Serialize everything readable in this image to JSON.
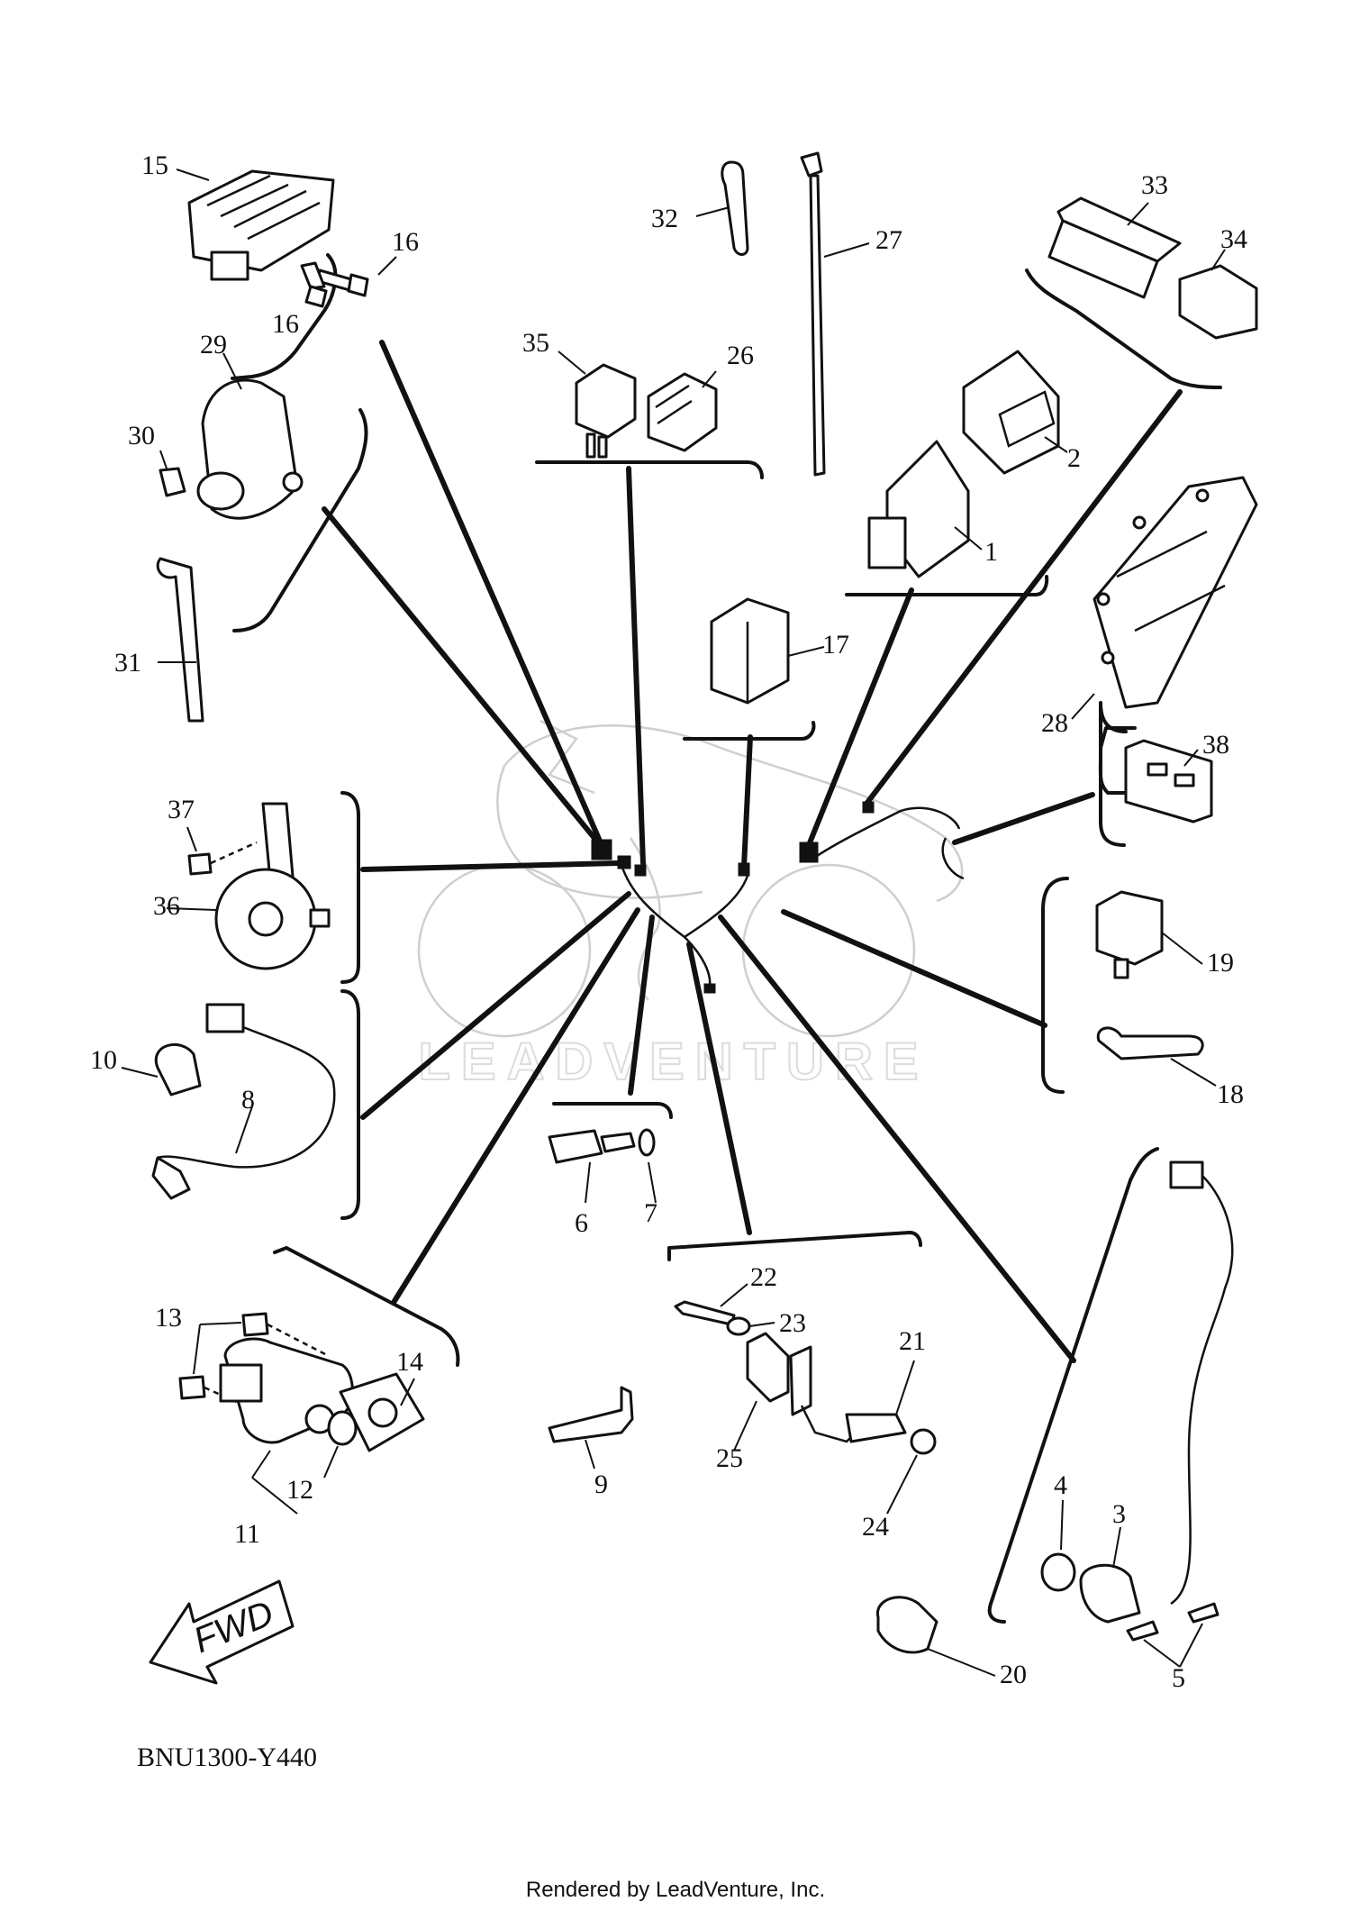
{
  "diagram": {
    "drawing_code": "BNU1300-Y440",
    "watermark": "LEADVENTURE",
    "fwd_label": "FWD",
    "footer": "Rendered by LeadVenture, Inc.",
    "callouts": [
      "1",
      "2",
      "3",
      "4",
      "5",
      "6",
      "7",
      "8",
      "9",
      "10",
      "11",
      "12",
      "13",
      "14",
      "15",
      "16",
      "16",
      "17",
      "18",
      "19",
      "20",
      "21",
      "22",
      "23",
      "24",
      "25",
      "26",
      "27",
      "28",
      "29",
      "30",
      "31",
      "32",
      "33",
      "34",
      "35",
      "36",
      "37",
      "38"
    ]
  }
}
